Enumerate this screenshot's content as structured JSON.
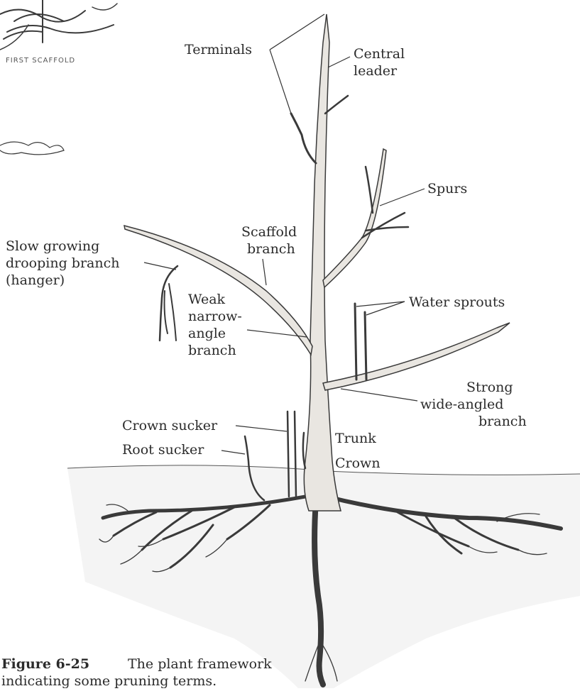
{
  "sketch_label": "FIRST SCAFFOLD",
  "labels": {
    "terminals": "Terminals",
    "central_leader_1": "Central",
    "central_leader_2": "leader",
    "spurs": "Spurs",
    "scaffold_1": "Scaffold",
    "scaffold_2": "branch",
    "hanger_1": "Slow growing",
    "hanger_2": "drooping branch",
    "hanger_3": "(hanger)",
    "weak_1": "Weak",
    "weak_2": "narrow-",
    "weak_3": "angle",
    "weak_4": "branch",
    "water_sprouts": "Water sprouts",
    "strong_1": "Strong",
    "strong_2": "wide-angled",
    "strong_3": "branch",
    "crown_sucker": "Crown sucker",
    "root_sucker": "Root sucker",
    "trunk": "Trunk",
    "crown": "Crown"
  },
  "caption": {
    "figure": "Figure 6-25",
    "line1": "The plant framework",
    "line2": "indicating some pruning terms."
  }
}
